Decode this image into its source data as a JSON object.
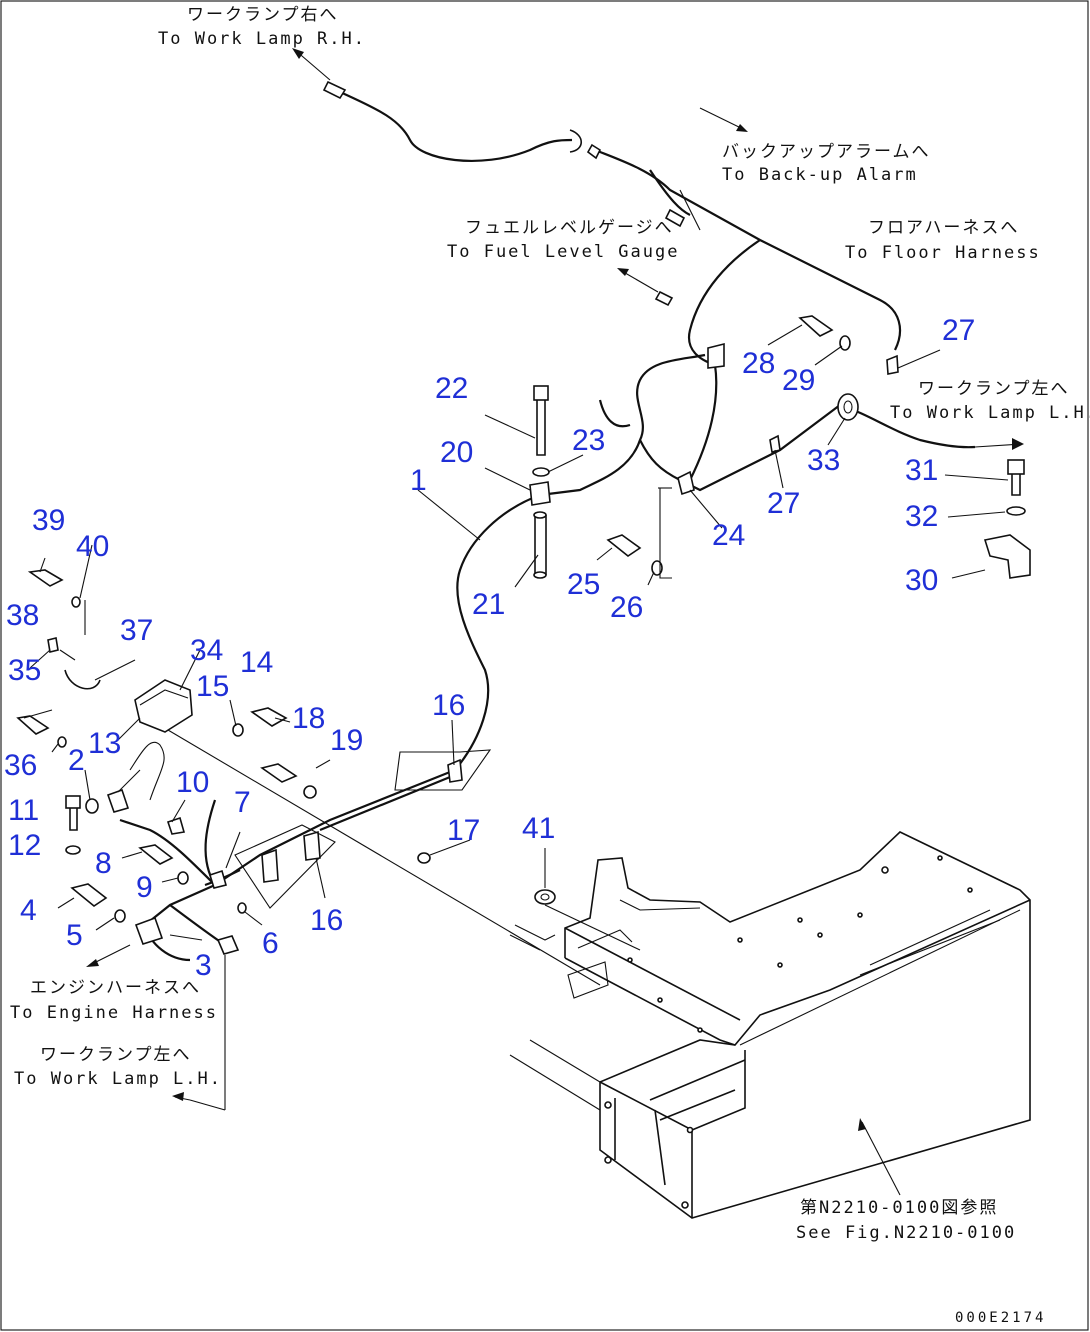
{
  "callouts": [
    {
      "id": "1",
      "text": "1"
    },
    {
      "id": "2",
      "text": "2"
    },
    {
      "id": "3",
      "text": "3"
    },
    {
      "id": "4",
      "text": "4"
    },
    {
      "id": "5",
      "text": "5"
    },
    {
      "id": "6",
      "text": "6"
    },
    {
      "id": "7",
      "text": "7"
    },
    {
      "id": "8",
      "text": "8"
    },
    {
      "id": "9",
      "text": "9"
    },
    {
      "id": "10",
      "text": "10"
    },
    {
      "id": "11",
      "text": "11"
    },
    {
      "id": "12",
      "text": "12"
    },
    {
      "id": "13",
      "text": "13"
    },
    {
      "id": "14",
      "text": "14"
    },
    {
      "id": "15",
      "text": "15"
    },
    {
      "id": "16a",
      "text": "16"
    },
    {
      "id": "16b",
      "text": "16"
    },
    {
      "id": "17",
      "text": "17"
    },
    {
      "id": "18",
      "text": "18"
    },
    {
      "id": "19",
      "text": "19"
    },
    {
      "id": "20",
      "text": "20"
    },
    {
      "id": "21",
      "text": "21"
    },
    {
      "id": "22",
      "text": "22"
    },
    {
      "id": "23",
      "text": "23"
    },
    {
      "id": "24",
      "text": "24"
    },
    {
      "id": "25",
      "text": "25"
    },
    {
      "id": "26",
      "text": "26"
    },
    {
      "id": "27a",
      "text": "27"
    },
    {
      "id": "27b",
      "text": "27"
    },
    {
      "id": "28",
      "text": "28"
    },
    {
      "id": "29",
      "text": "29"
    },
    {
      "id": "30",
      "text": "30"
    },
    {
      "id": "31",
      "text": "31"
    },
    {
      "id": "32",
      "text": "32"
    },
    {
      "id": "33",
      "text": "33"
    },
    {
      "id": "34",
      "text": "34"
    },
    {
      "id": "35",
      "text": "35"
    },
    {
      "id": "36",
      "text": "36"
    },
    {
      "id": "37",
      "text": "37"
    },
    {
      "id": "38",
      "text": "38"
    },
    {
      "id": "39",
      "text": "39"
    },
    {
      "id": "40",
      "text": "40"
    },
    {
      "id": "41",
      "text": "41"
    }
  ],
  "captions": {
    "work_lamp_rh": {
      "jp": "ワークランプ右へ",
      "en": "To Work Lamp R.H."
    },
    "backup_alarm": {
      "jp": "バックアップアラームへ",
      "en": "To Back-up Alarm"
    },
    "fuel_gauge": {
      "jp": "フュエルレベルゲージへ",
      "en": "To Fuel Level Gauge"
    },
    "floor_harness": {
      "jp": "フロアハーネスへ",
      "en": "To Floor Harness"
    },
    "work_lamp_lh_right": {
      "jp": "ワークランプ左へ",
      "en": "To Work Lamp L.H."
    },
    "engine_harness": {
      "jp": "エンジンハーネスへ",
      "en": "To Engine Harness"
    },
    "work_lamp_lh_left": {
      "jp": "ワークランプ左へ",
      "en": "To Work Lamp L.H."
    },
    "see_fig": {
      "jp": "第N2210-0100図参照",
      "en": "See Fig.N2210-0100"
    }
  },
  "drawing_id": "000E2174",
  "colors": {
    "callout": "#1f2fd6",
    "line": "#111111"
  }
}
